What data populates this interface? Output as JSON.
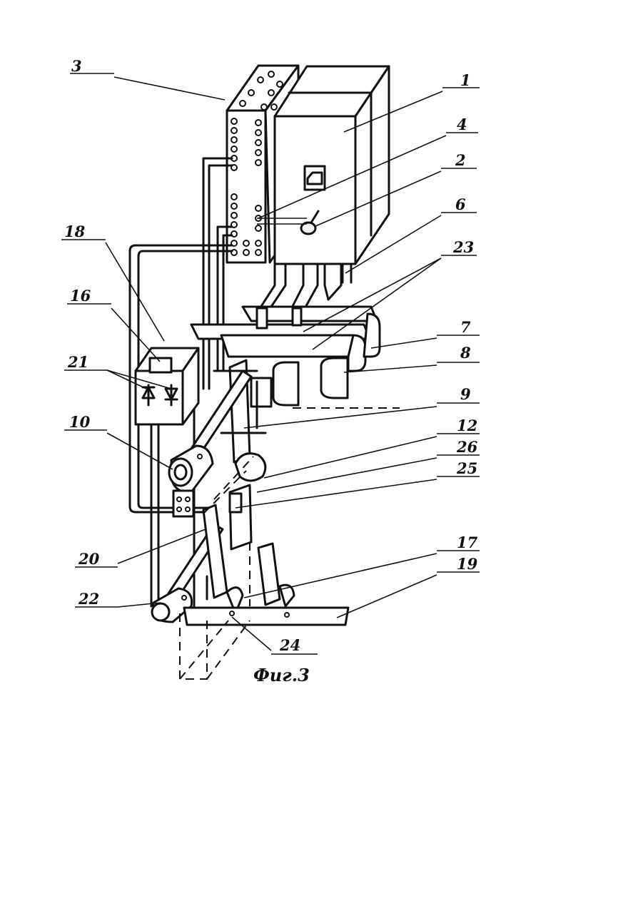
{
  "figure": {
    "caption": "Фиг.3",
    "labels": {
      "l1": "1",
      "l2": "2",
      "l3": "3",
      "l4": "4",
      "l6": "6",
      "l7": "7",
      "l8": "8",
      "l9": "9",
      "l10": "10",
      "l12": "12",
      "l16": "16",
      "l17": "17",
      "l18": "18",
      "l19": "19",
      "l20": "20",
      "l21": "21",
      "l22": "22",
      "l23": "23",
      "l24": "24",
      "l25": "25",
      "l26": "26"
    }
  }
}
